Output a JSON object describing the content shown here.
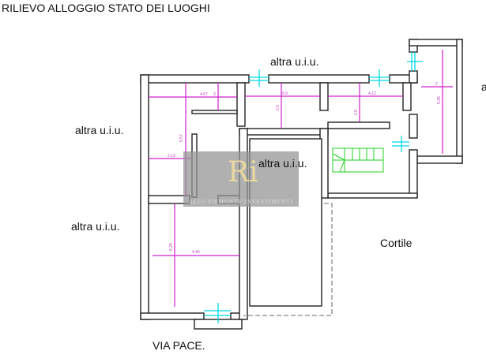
{
  "title": "RILIEVO ALLOGGIO  STATO DEI LUOGHI",
  "labels": {
    "top": "altra u.i.u.",
    "left_upper": "altra u.i.u.",
    "left_lower": "altra u.i.u.",
    "center": "altra u.i.u.",
    "right_cut": "a",
    "courtyard": "Cortile",
    "street": "VIA PACE."
  },
  "dimensions": {
    "room1_width": "4.57",
    "room1_small": "3",
    "room1_height": "5.57",
    "room1_inner": "2.13",
    "corridor_width": "8.9",
    "corridor_height": "2.5",
    "room3_width": "4.12",
    "room3_height": "2.8",
    "tower_width": "2",
    "tower_height": "5.38",
    "room2_height": "5.25",
    "room2_width": "4.46"
  },
  "watermark": {
    "logo": "Ri",
    "text": "ALTO·PIEMONTE·INVESTIMENTI"
  }
}
